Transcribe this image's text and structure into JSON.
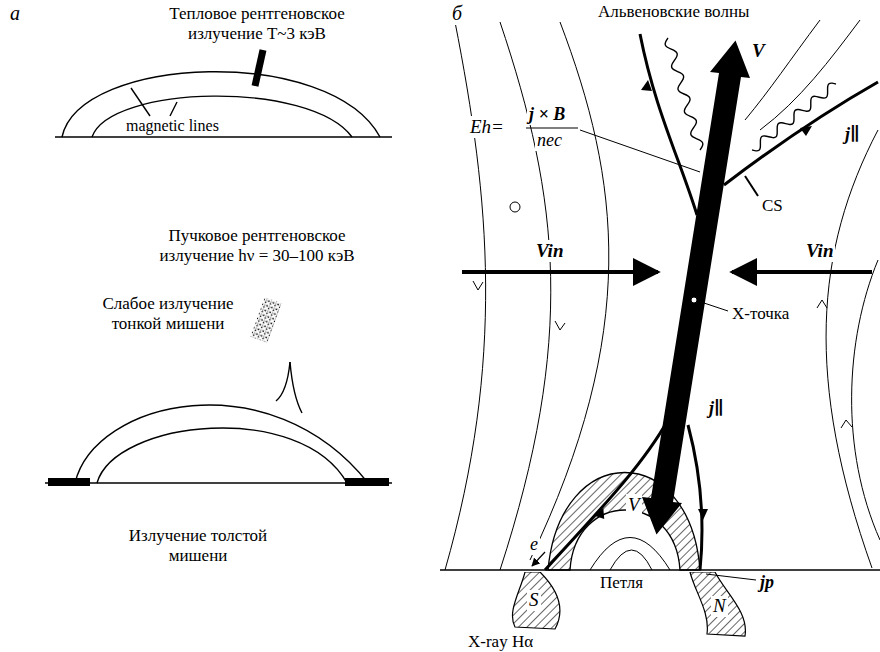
{
  "diagram": {
    "nodes": [
      {
        "text": [
          "S"
        ]
      },
      {
        "text": [
          "N"
        ]
      }
    ],
    "labels": [
      "а",
      "Тепловое рентгеновское излучение T~3 кэВ",
      "magnetic lines",
      "Пучковое рентгеновское излучение hν = 30–100 кэВ",
      "Слабое излучение тонкой мишени",
      "Излучение толстой мишени",
      "б",
      "Альвеновские волны",
      "V",
      "Eh=",
      "j × B",
      "nec",
      "j∥",
      "CS",
      "Vin",
      "Vin",
      "X-точка",
      "j∥",
      "V",
      "e",
      "jp",
      "Петля",
      "X-ray Hα"
    ]
  }
}
